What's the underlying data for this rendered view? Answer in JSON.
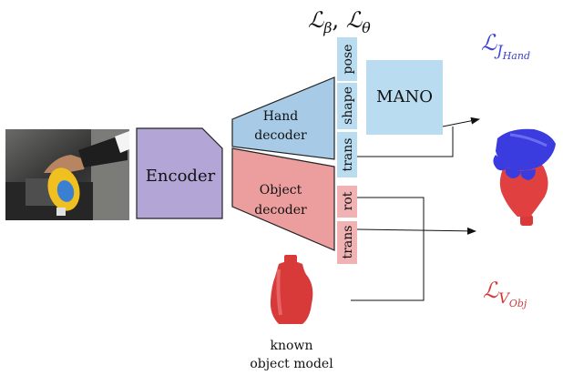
{
  "loss_top": {
    "main": "ℒ",
    "sub1": "β",
    "sep": ", ",
    "main2": "ℒ",
    "sub2": "θ"
  },
  "loss_hand": {
    "main": "ℒ",
    "sub": "J",
    "subsub": "Hand",
    "color": "#3b3fd6"
  },
  "loss_obj": {
    "main": "ℒ",
    "sub": "V",
    "subsub": "Obj",
    "color": "#d23a3a"
  },
  "encoder": {
    "label": "Encoder",
    "color": "#b3a6d6"
  },
  "hand_decoder": {
    "line1": "Hand",
    "line2": "decoder",
    "color": "#a7cbe6"
  },
  "object_decoder": {
    "line1": "Object",
    "line2": "decoder",
    "color": "#ec9e9e"
  },
  "hand_params": [
    {
      "label": "pose"
    },
    {
      "label": "shape"
    },
    {
      "label": "trans"
    }
  ],
  "object_params": [
    {
      "label": "rot"
    },
    {
      "label": "trans"
    }
  ],
  "hand_param_color": "#b9dcf0",
  "object_param_color": "#f0b2b2",
  "mano": {
    "label": "MANO",
    "color": "#b9dcf0"
  },
  "known_model": {
    "line1": "known",
    "line2": "object model"
  },
  "colors": {
    "bottle": "#d83a3a",
    "hand_mesh": "#3a3ce0",
    "photo_bg": "#3a3a3a"
  }
}
